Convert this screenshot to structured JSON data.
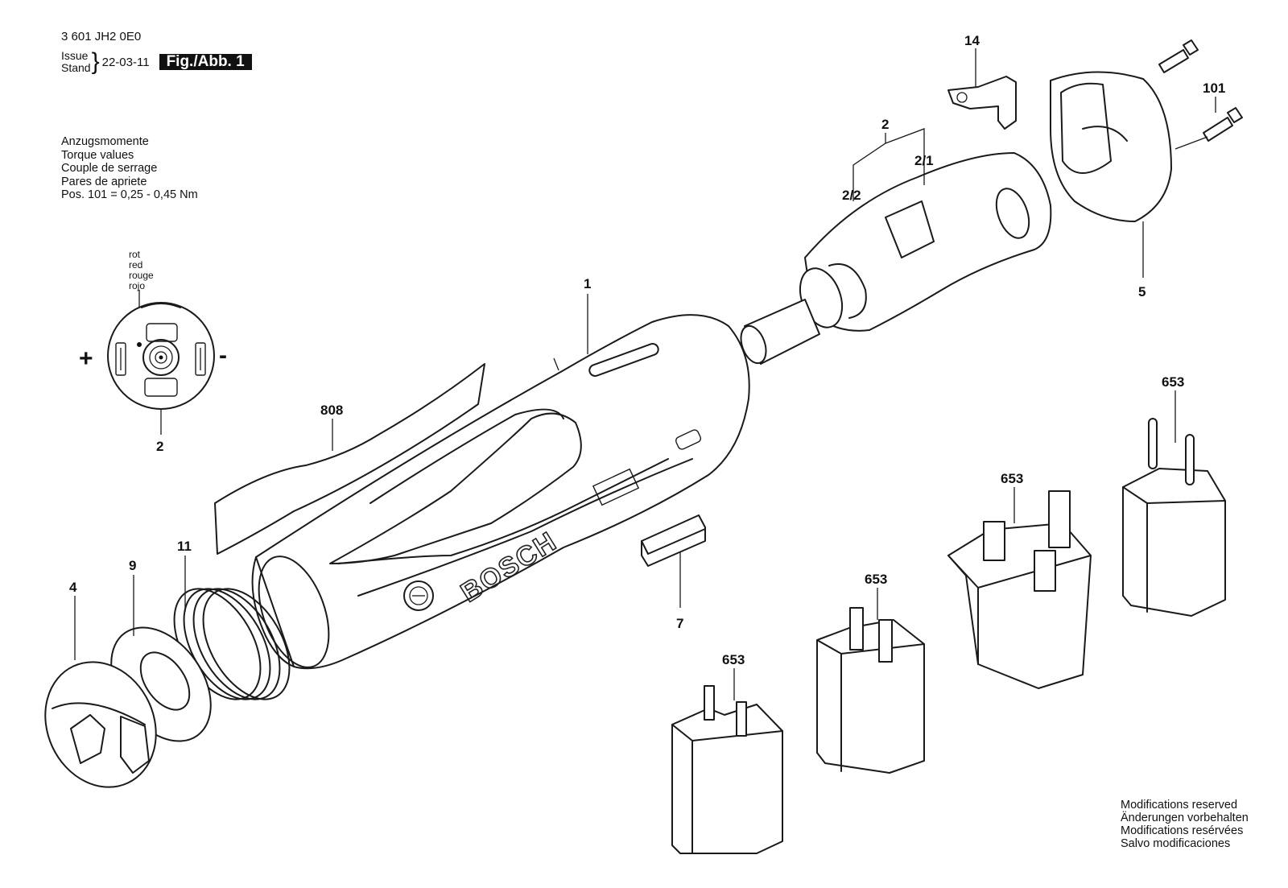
{
  "header": {
    "part_number": "3 601 JH2 0E0",
    "issue_label": "Issue",
    "stand_label": "Stand",
    "issue_date": "22-03-11",
    "figure_label": "Fig./Abb. 1"
  },
  "torque": {
    "lines": [
      "Anzugsmomente",
      "Torque values",
      "Couple de serrage",
      "Pares de apriete",
      "Pos. 101 = 0,25 - 0,45 Nm"
    ]
  },
  "color_legend": [
    "rot",
    "red",
    "rouge",
    "rojo"
  ],
  "polarity": {
    "plus": "+",
    "minus": "-"
  },
  "callouts": {
    "c1": "1",
    "c2_top": "2",
    "c2_1": "2/1",
    "c2_2": "2/2",
    "c2_left": "2",
    "c4": "4",
    "c5": "5",
    "c7": "7",
    "c9": "9",
    "c11": "11",
    "c14": "14",
    "c101": "101",
    "c808": "808",
    "c653_a": "653",
    "c653_b": "653",
    "c653_c": "653",
    "c653_d": "653"
  },
  "brand": "BOSCH",
  "footer": {
    "lines": [
      "Modifications reserved",
      "Änderungen vorbehalten",
      "Modifications resérvées",
      "Salvo modificaciones"
    ]
  }
}
